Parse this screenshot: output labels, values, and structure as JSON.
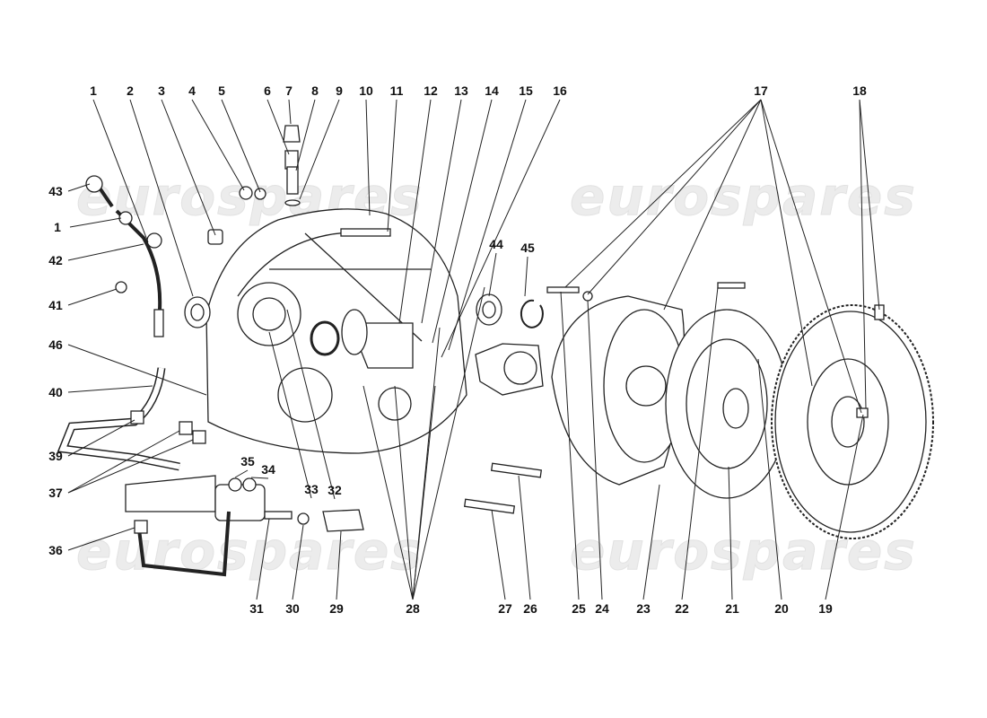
{
  "watermark": "eurospares",
  "callouts": [
    "1",
    "2",
    "3",
    "4",
    "5",
    "6",
    "7",
    "8",
    "9",
    "10",
    "11",
    "12",
    "13",
    "14",
    "15",
    "16",
    "17",
    "18",
    "43",
    "1",
    "42",
    "41",
    "46",
    "40",
    "39",
    "37",
    "36",
    "35",
    "34",
    "33",
    "32",
    "44",
    "45",
    "31",
    "30",
    "29",
    "28",
    "27",
    "26",
    "25",
    "24",
    "23",
    "22",
    "21",
    "20",
    "19"
  ]
}
